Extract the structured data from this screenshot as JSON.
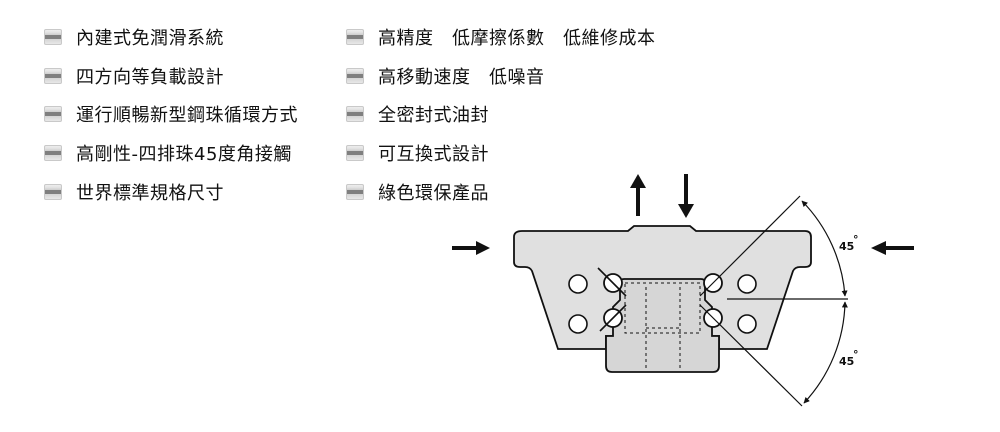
{
  "features_left": [
    "內建式免潤滑系統",
    "四方向等負載設計",
    "運行順暢新型鋼珠循環方式",
    "高剛性-四排珠45度角接觸",
    "世界標準規格尺寸"
  ],
  "features_right": [
    "高精度　低摩擦係數　低維修成本",
    "高移動速度　低噪音",
    "全密封式油封",
    "可互換式設計",
    "綠色環保產品"
  ],
  "diagram": {
    "angle_top": "45",
    "angle_bottom": "45",
    "icon": "linear-guide-cross-section"
  },
  "colors": {
    "block_fill": "#e0e0e0",
    "outline": "#111111"
  }
}
